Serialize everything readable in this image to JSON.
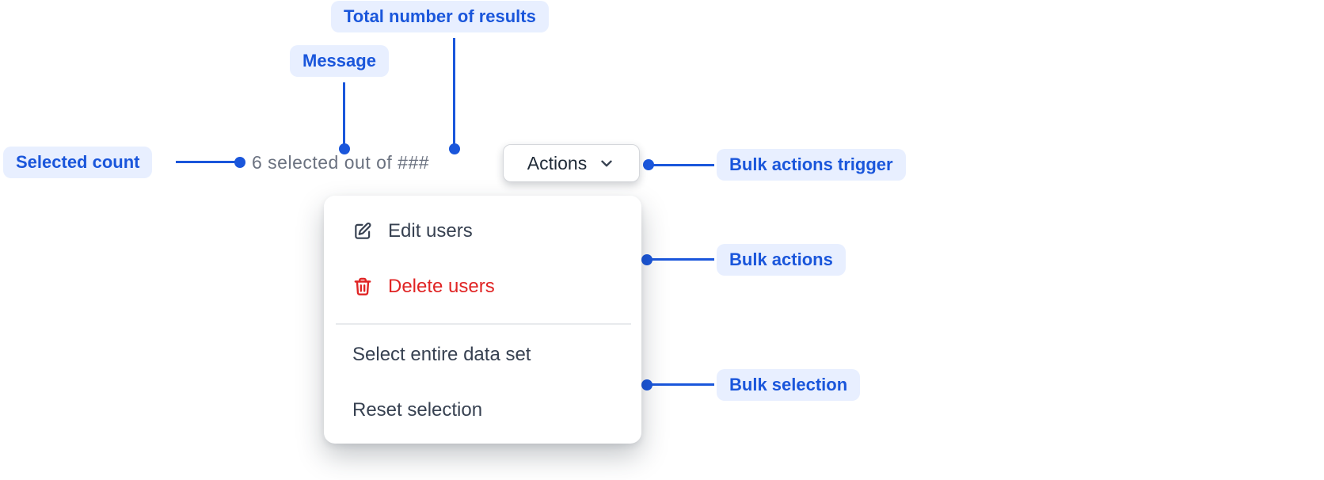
{
  "colors": {
    "accent_blue": "#1a56db",
    "annotation_bg": "#e8efff",
    "message_text": "#6b7280",
    "menu_text": "#374151",
    "danger_red": "#e02424",
    "panel_bg": "#ffffff"
  },
  "annotations": {
    "total_results": {
      "label": "Total number of results"
    },
    "message": {
      "label": "Message"
    },
    "selected_count": {
      "label": "Selected count"
    },
    "bulk_actions_trigger": {
      "label": "Bulk actions trigger"
    },
    "bulk_actions": {
      "label": "Bulk actions"
    },
    "bulk_selection": {
      "label": "Bulk selection"
    }
  },
  "toolbar": {
    "selection_message": "6 selected out of ###",
    "selected_count_value": "6",
    "total_results_placeholder": "###",
    "actions_button": {
      "label": "Actions",
      "icon": "chevron-down-icon"
    }
  },
  "menu": {
    "items": [
      {
        "label": "Edit users",
        "icon": "edit-icon",
        "variant": "default"
      },
      {
        "label": "Delete users",
        "icon": "trash-icon",
        "variant": "danger"
      },
      {
        "label": "Select entire data set",
        "icon": null,
        "variant": "default"
      },
      {
        "label": "Reset selection",
        "icon": null,
        "variant": "default"
      }
    ]
  }
}
